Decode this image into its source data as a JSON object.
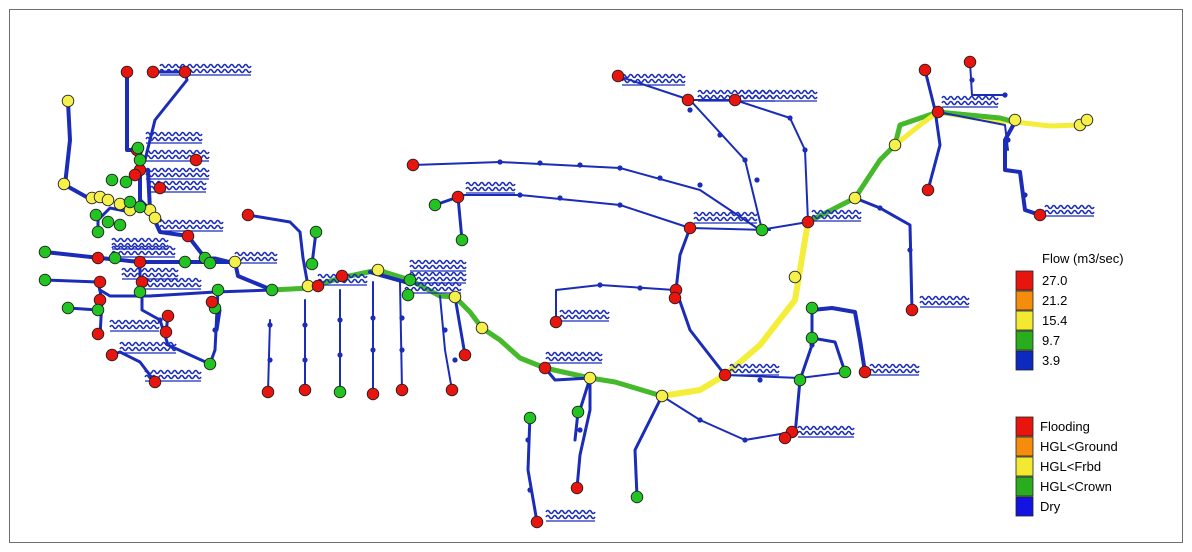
{
  "flow_legend": {
    "title": "Flow (m3/sec)",
    "items": [
      {
        "label": "27.0",
        "color": "#e8140e"
      },
      {
        "label": "21.2",
        "color": "#f58c0c"
      },
      {
        "label": "15.4",
        "color": "#f2e930"
      },
      {
        "label": "9.7",
        "color": "#29ad1f"
      },
      {
        "label": "3.9",
        "color": "#0c2ac0"
      }
    ]
  },
  "node_legend": {
    "items": [
      {
        "label": "Flooding",
        "color": "#e8140e"
      },
      {
        "label": "HGL<Ground",
        "color": "#f58c0c"
      },
      {
        "label": "HGL<Frbd",
        "color": "#f2e930"
      },
      {
        "label": "HGL<Crown",
        "color": "#29ad1f"
      },
      {
        "label": "Dry",
        "color": "#1414e0"
      }
    ]
  },
  "colors": {
    "pipe_dry": "#1a2cb8",
    "pipe_mid": "#45b82c",
    "pipe_high": "#f4ee3a",
    "node_flood": "#e8140e",
    "node_frbd": "#f6f04a",
    "node_crown": "#22c422",
    "outfall": "#1a2cb8"
  }
}
